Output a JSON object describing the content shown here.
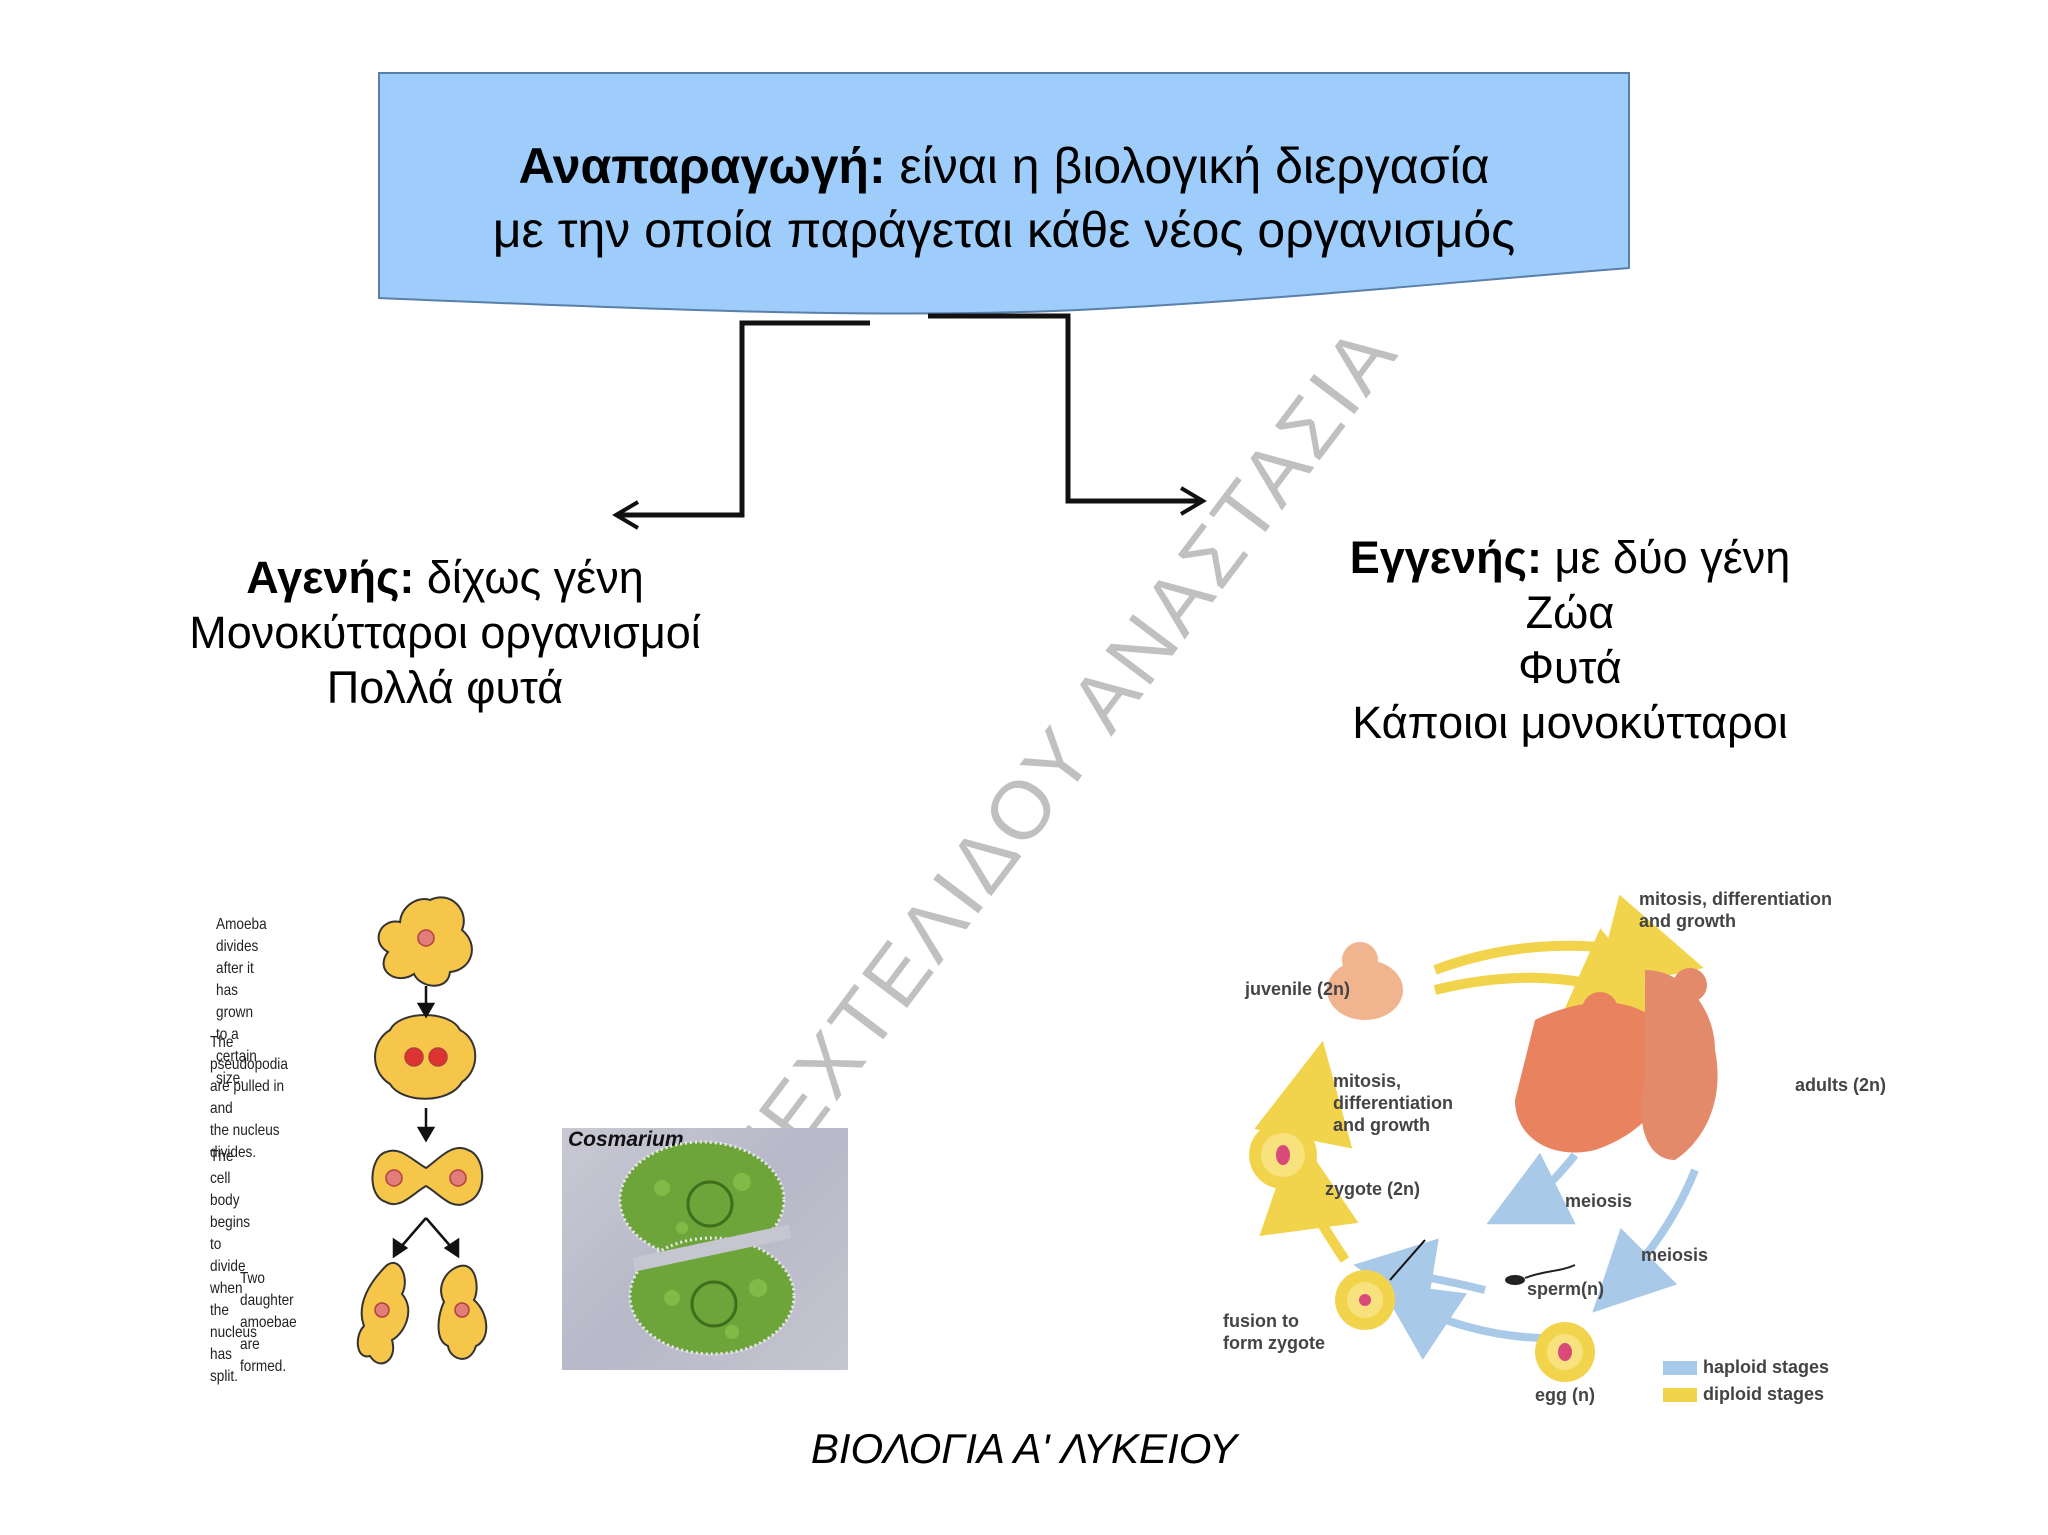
{
  "banner": {
    "title_bold": "Αναπαραγωγή:",
    "title_rest": " είναι η βιολογική διεργασία",
    "line2": "με την οποία παράγεται κάθε νέος οργανισμός",
    "fill_color": "#9fcdfb"
  },
  "left_branch": {
    "title_bold": "Αγενής:",
    "title_rest": " δίχως γένη",
    "line2": "Μονοκύτταροι οργανισμοί",
    "line3": "Πολλά φυτά"
  },
  "right_branch": {
    "title_bold": "Εγγενής:",
    "title_rest": " με δύο γένη",
    "line2": "Ζώα",
    "line3": "Φυτά",
    "line4": "Κάποιοι μονοκύτταροι"
  },
  "watermark": "ΠΕΧΤΕΛΙΔΟΥ ΑΝΑΣΤΑΣΙΑ",
  "amoeba_figure": {
    "captions": [
      "Amoeba divides\nafter it has grown\nto a certain size.",
      "The pseudopodia\nare pulled in and\nthe nucleus divides.",
      "The cell body begins\nto divide when the\nnucleus has split.",
      "Two daughter\namoebae\nare formed."
    ],
    "cell_color": "#f6c64a",
    "nucleus_color": "#e37d7a"
  },
  "cosmarium_figure": {
    "label": "Cosmarium",
    "cell_color": "#6da53a"
  },
  "lifecycle_figure": {
    "labels": {
      "mitosis_top": "mitosis, differentiation\nand growth",
      "juvenile": "juvenile (2n)",
      "adults": "adults (2n)",
      "mitosis_mid": "mitosis,\ndifferentiation\nand growth",
      "zygote": "zygote (2n)",
      "meiosis1": "meiosis",
      "meiosis2": "meiosis",
      "sperm": "sperm(n)",
      "fusion": "fusion to\nform zygote",
      "egg": "egg (n)",
      "legend_haploid": "haploid stages",
      "legend_diploid": "diploid stages"
    },
    "haploid_color": "#a9c9e8",
    "diploid_color": "#f2d44c"
  },
  "footer": "ΒΙΟΛΟΓΙΑ Α' ΛΥΚΕΙΟΥ"
}
